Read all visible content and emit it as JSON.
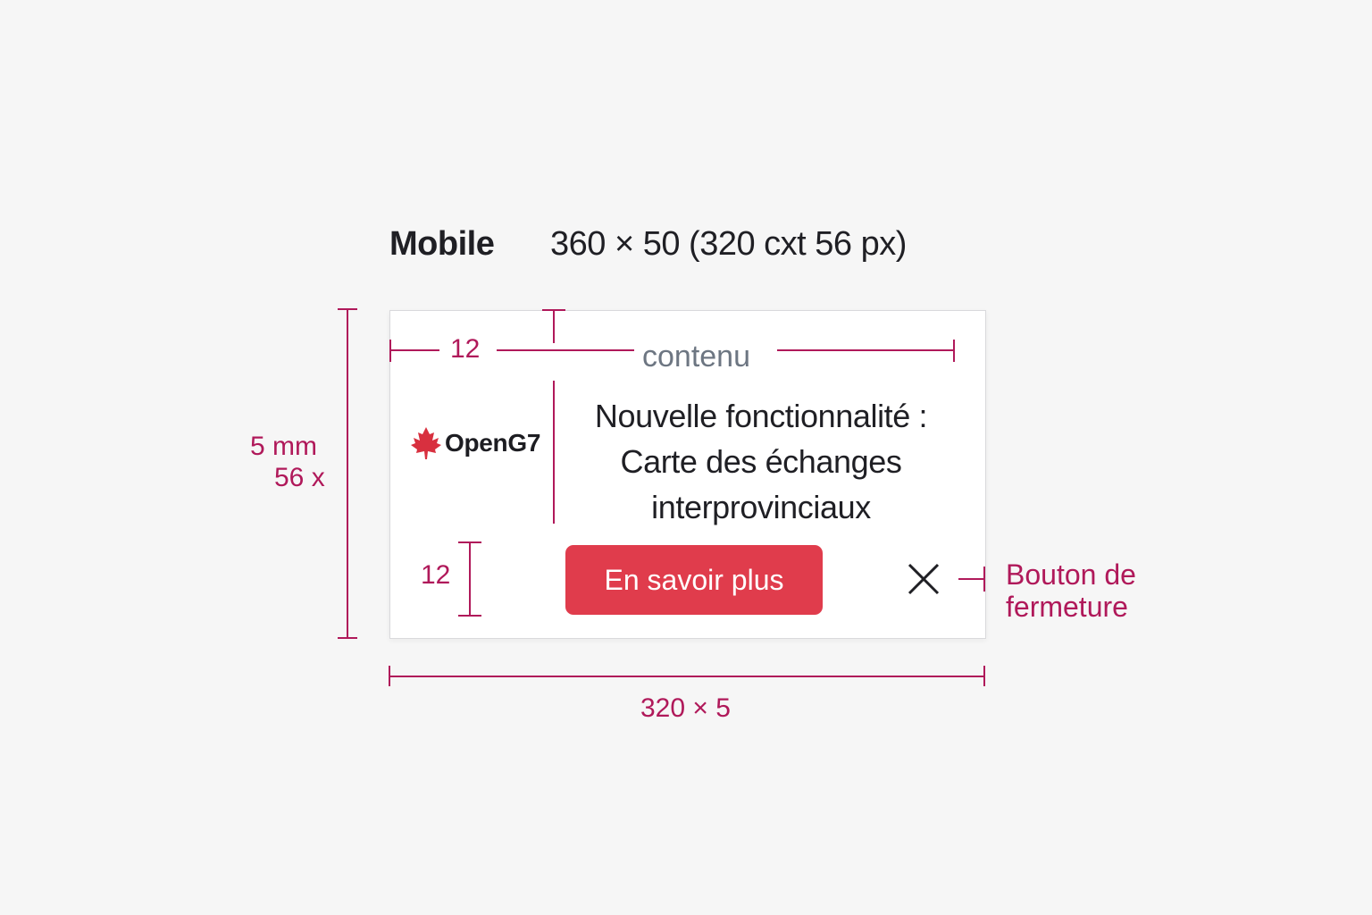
{
  "header": {
    "label": "Mobile",
    "dimensions": "360 × 50 (320 cxt 56 px)"
  },
  "banner": {
    "logo": {
      "icon": "maple-leaf-icon",
      "text": "OpenG7"
    },
    "message_lines": [
      "Nouvelle fonctionnalité :",
      "Carte des échanges",
      "interprovinciaux"
    ],
    "cta_label": "En savoir plus",
    "close_icon": "close-icon"
  },
  "annotations": {
    "content_label": "contenu",
    "padding_top": "12",
    "padding_bottom": "12",
    "height_line1": "5 mm",
    "height_line2": "56 x",
    "width": "320 × 5",
    "close_label_line1": "Bouton de",
    "close_label_line2": "fermeture"
  },
  "colors": {
    "accent": "#b0195a",
    "cta": "#e03c4c",
    "logo_leaf": "#d8303f",
    "text": "#1f1f24",
    "content_label": "#6d7682",
    "background": "#f6f6f6"
  }
}
